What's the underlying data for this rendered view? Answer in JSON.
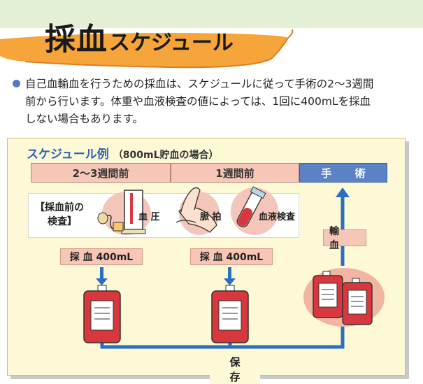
{
  "title": {
    "main": "採血",
    "sub": "スケジュール"
  },
  "intro": {
    "lines": [
      "自己血輸血を行うための採血は、スケジュールに従って手術の2～3週間",
      "前から行います。体重や血液検査の値によっては、1回に400mLを採血",
      "しない場合もあります。"
    ]
  },
  "schedule": {
    "heading": "スケジュール例",
    "heading_note": "（800mL貯血の場合）",
    "phases": [
      "2～3週間前",
      "1週間前",
      "手 術"
    ],
    "precheck_label_line1": "【採血前の",
    "precheck_label_line2": "検査】",
    "checks": [
      "血 圧",
      "脈 拍",
      "血液検査"
    ],
    "draw_labels": [
      "採 血 400mL",
      "採 血 400mL"
    ],
    "transfusion_label": "輸 血",
    "storage_label": "保 存"
  },
  "colors": {
    "title_orange": "#f5a53a",
    "phase_pink": "#f6c7b6",
    "phase_blue": "#5c82c6",
    "arrow_blue": "#2a6fc0",
    "bag_red": "#d8383d"
  },
  "icons": [
    "blood-pressure-monitor-icon",
    "pulse-wrist-icon",
    "blood-test-tube-icon",
    "blood-bag-icon"
  ]
}
